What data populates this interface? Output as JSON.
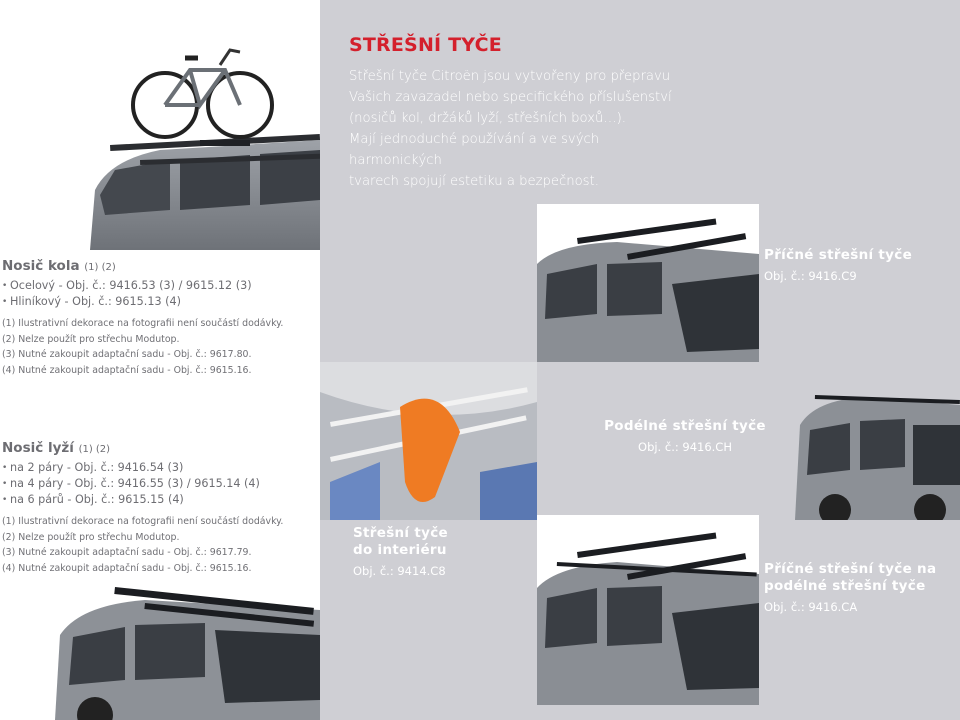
{
  "header": {
    "title": "STŘEŠNÍ TYČE",
    "intro_lines": [
      "Střešní tyče Citroën jsou vytvořeny pro přepravu",
      "Vašich zavazadel nebo specifického příslušenství",
      "(nosičů kol, držáků lyží, střešních boxů…).",
      "Mají jednoduché používání a ve svých harmonických",
      "tvarech spojují estetiku a bezpečnost."
    ]
  },
  "bike_carrier": {
    "title": "Nosič kola",
    "title_notes": "(1) (2)",
    "items": [
      "Ocelový - Obj. č.: 9416.53 (3) / 9615.12 (3)",
      "Hliníkový - Obj. č.: 9615.13 (4)"
    ],
    "notes": [
      "(1) Ilustrativní dekorace na fotografii není součástí dodávky.",
      "(2) Nelze použít pro střechu Modutop.",
      "(3) Nutné zakoupit adaptační sadu - Obj. č.: 9617.80.",
      "(4) Nutné zakoupit adaptační sadu - Obj. č.: 9615.16."
    ]
  },
  "ski_carrier": {
    "title": "Nosič lyží",
    "title_notes": "(1) (2)",
    "items": [
      "na 2 páry - Obj. č.: 9416.54 (3)",
      "na 4 páry - Obj. č.: 9416.55 (3) / 9615.14 (4)",
      "na 6 párů - Obj. č.: 9615.15 (4)"
    ],
    "notes": [
      "(1) Ilustrativní dekorace na fotografii není součástí dodávky.",
      "(2) Nelze použít pro střechu Modutop.",
      "(3) Nutné zakoupit adaptační sadu - Obj. č.: 9617.79.",
      "(4) Nutné zakoupit adaptační sadu - Obj. č.: 9615.16."
    ]
  },
  "products": {
    "cross_bars": {
      "label": "Příčné střešní tyče",
      "ref": "Obj. č.: 9416.C9"
    },
    "long_bars": {
      "label": "Podélné střešní tyče",
      "ref": "Obj. č.: 9416.CH"
    },
    "interior_bars": {
      "label_line1": "Střešní tyče",
      "label_line2": "do interiéru",
      "ref": "Obj. č.: 9414.C8"
    },
    "cross_on_long": {
      "label_line1": "Příčné střešní tyče na",
      "label_line2": "podélné střešní tyče",
      "ref": "Obj. č.: 9416.CA"
    }
  },
  "colors": {
    "accent_red": "#d4202c",
    "panel_gray": "#cfcfd4",
    "text_gray": "#6d6d72"
  }
}
